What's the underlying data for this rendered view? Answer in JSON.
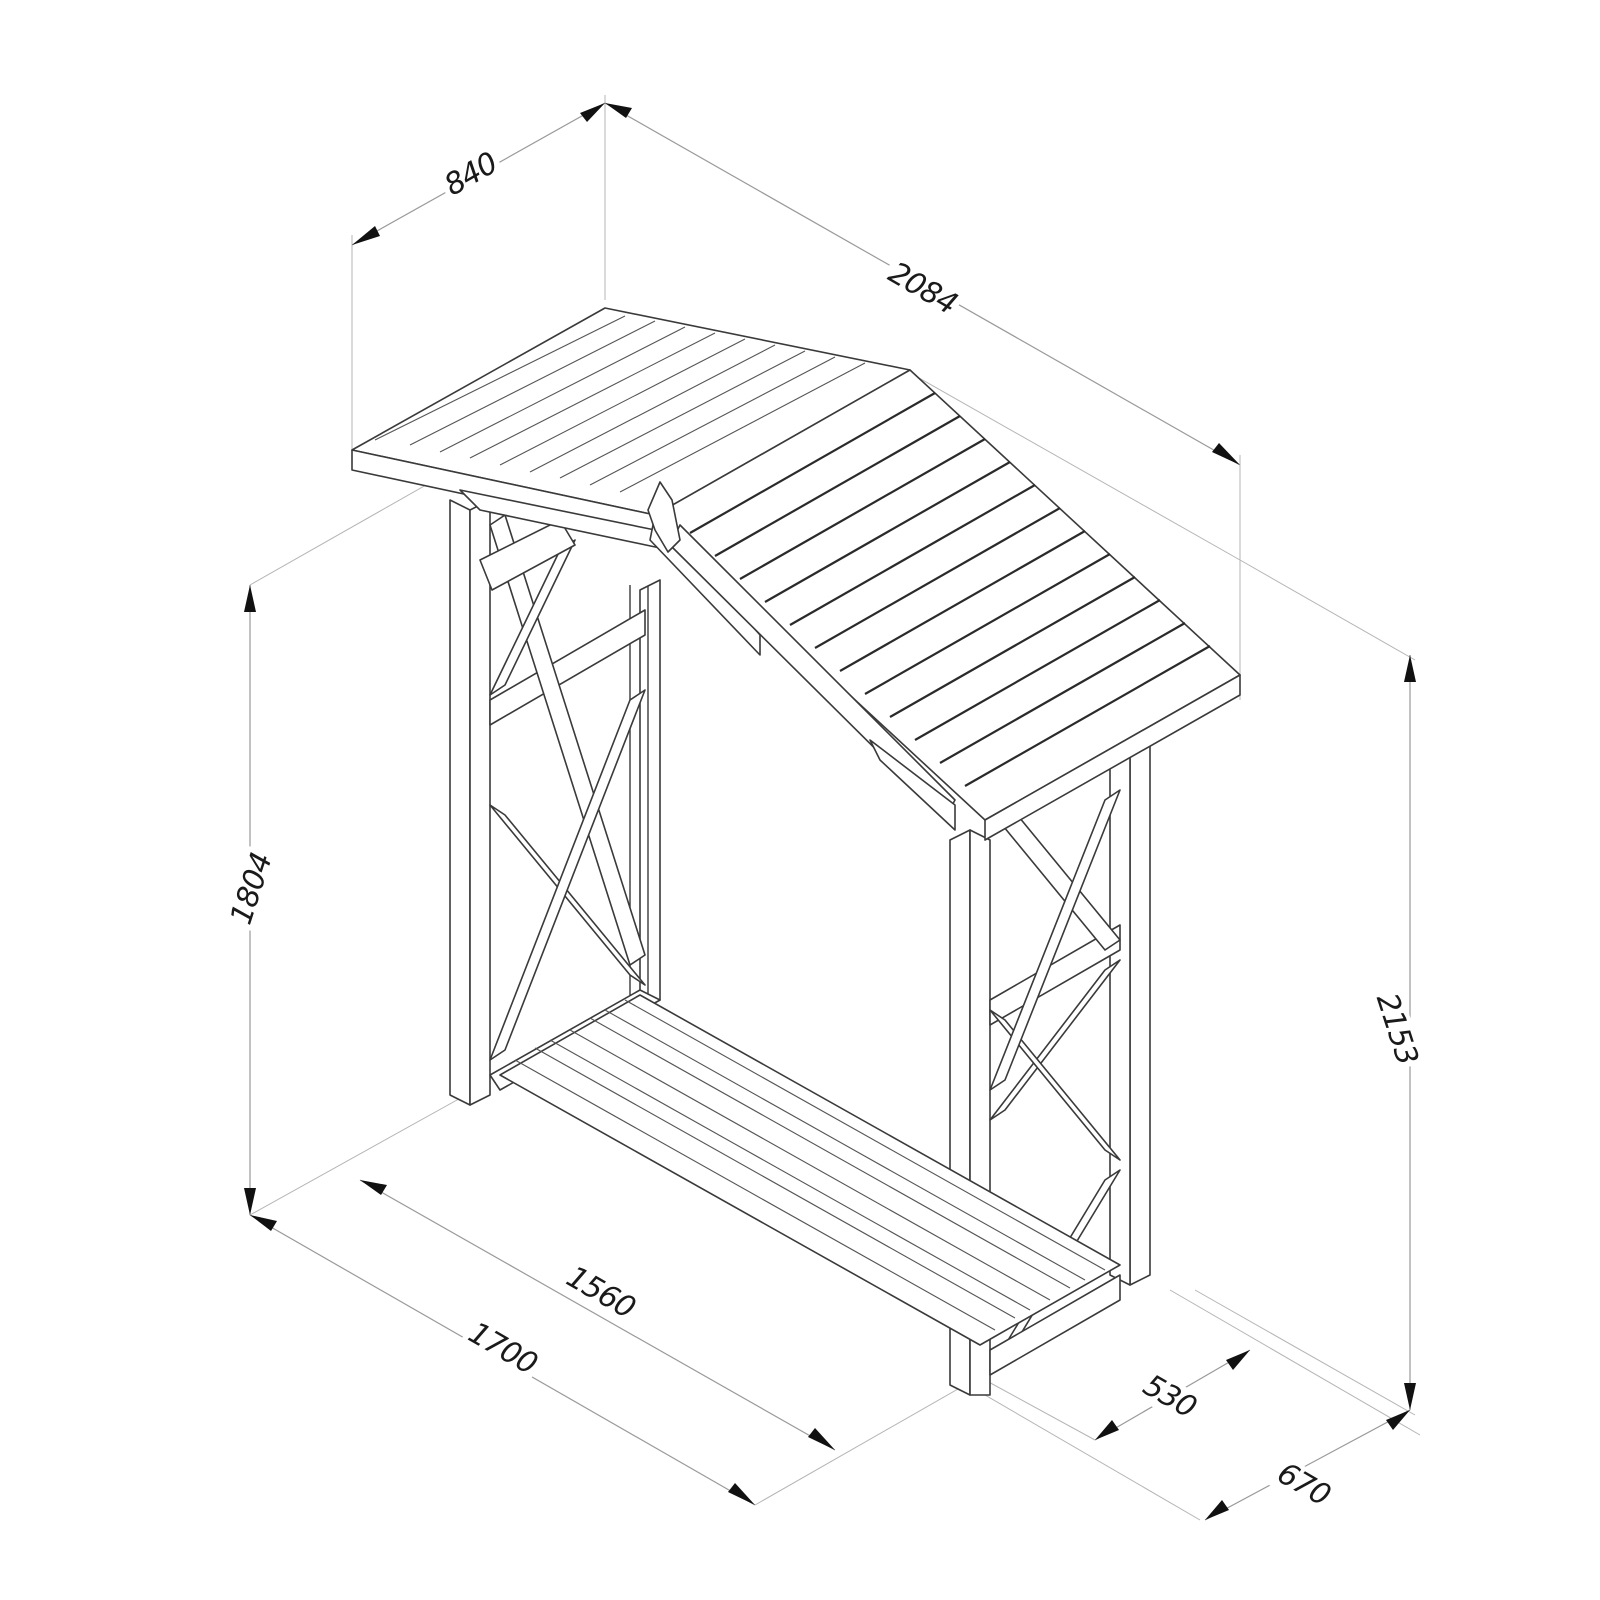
{
  "diagram": {
    "subject": "Wooden log store with pitched slatted roof, X-braced side frames and slatted floor",
    "line_color": "#3a3a3a",
    "dimension_line_color": "#9a9a9a",
    "background": "#ffffff",
    "dimensions": {
      "roof_depth": {
        "value": "840",
        "unit": "mm",
        "angle": -30
      },
      "roof_width": {
        "value": "2084",
        "unit": "mm",
        "angle": 30
      },
      "inner_height": {
        "value": "1804",
        "unit": "mm",
        "angle": -72
      },
      "overall_height": {
        "value": "2153",
        "unit": "mm",
        "angle": 72
      },
      "inner_width": {
        "value": "1560",
        "unit": "mm",
        "angle": 30
      },
      "overall_width": {
        "value": "1700",
        "unit": "mm",
        "angle": 30
      },
      "inner_depth": {
        "value": "530",
        "unit": "mm",
        "angle": -30
      },
      "overall_depth": {
        "value": "670",
        "unit": "mm",
        "angle": -30
      }
    }
  }
}
